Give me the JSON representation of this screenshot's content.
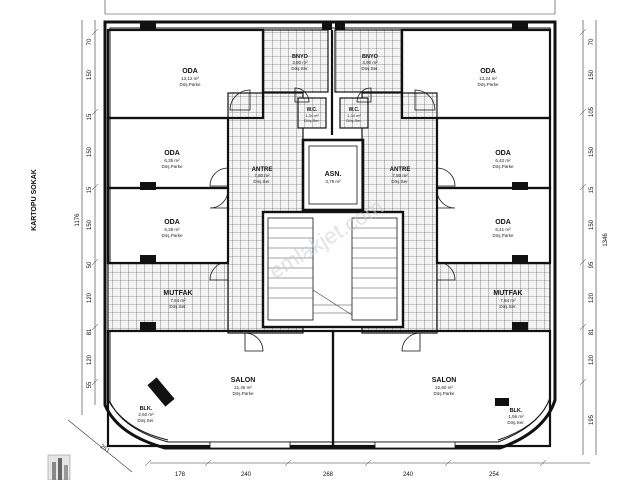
{
  "street": "KARTOPU SOKAK",
  "watermark": "emlakjet.com",
  "rooms": {
    "oda_tl": {
      "name": "ODA",
      "area": "13,12 m²",
      "floor": "Döş.Parke"
    },
    "oda_tr": {
      "name": "ODA",
      "area": "13,24 m²",
      "floor": "Döş.Parke"
    },
    "oda_ml": {
      "name": "ODA",
      "area": "6,35 m²",
      "floor": "Döş.Parke"
    },
    "oda_mr": {
      "name": "ODA",
      "area": "6,42 m²",
      "floor": "Döş.Parke"
    },
    "oda_ll": {
      "name": "ODA",
      "area": "6,38 m²",
      "floor": "Döş.Parke"
    },
    "oda_lr": {
      "name": "ODA",
      "area": "6,41 m²",
      "floor": "Döş.Parke"
    },
    "banyo_l": {
      "name": "BNYO",
      "area": "3,90 m²",
      "floor": "Döş.Ser."
    },
    "banyo_r": {
      "name": "BNYO",
      "area": "3,90 m²",
      "floor": "Döş.Ser."
    },
    "wc_l": {
      "name": "W.C.",
      "area": "1,34 m²",
      "floor": "Döş.Ser."
    },
    "wc_r": {
      "name": "W.C.",
      "area": "1,34 m²",
      "floor": "Döş.Ser."
    },
    "antre_l": {
      "name": "ANTRE",
      "area": "7,80 m²",
      "floor": "Döş.Ser."
    },
    "antre_r": {
      "name": "ANTRE",
      "area": "7,80 m²",
      "floor": "Döş.Ser."
    },
    "asn": {
      "name": "ASN.",
      "area": "3,79 m²"
    },
    "mutfak_l": {
      "name": "MUTFAK",
      "area": "7,64 m²",
      "floor": "Döş.Ser."
    },
    "mutfak_r": {
      "name": "MUTFAK",
      "area": "7,64 m²",
      "floor": "Döş.Ser."
    },
    "salon_l": {
      "name": "SALON",
      "area": "21,46 m²",
      "floor": "Döş.Parke"
    },
    "salon_r": {
      "name": "SALON",
      "area": "22,60 m²",
      "floor": "Döş.Parke"
    },
    "blk_l": {
      "name": "BLK.",
      "area": "2,60 m²",
      "floor": "Döş.Ser."
    },
    "blk_r": {
      "name": "BLK.",
      "area": "1,56 m²",
      "floor": "Döş.Ser."
    }
  },
  "dims_left": [
    "70",
    "150",
    "15",
    "150",
    "15",
    "150",
    "50",
    "120",
    "81",
    "120",
    "55"
  ],
  "dims_right": [
    "70",
    "150",
    "105",
    "150",
    "15",
    "150",
    "95",
    "120",
    "81",
    "120",
    "195"
  ],
  "dim_total_left": "1176",
  "dim_total_right": "1346",
  "dims_bottom": [
    "178",
    "240",
    "268",
    "240",
    "254"
  ],
  "dim_diagonal": "251"
}
